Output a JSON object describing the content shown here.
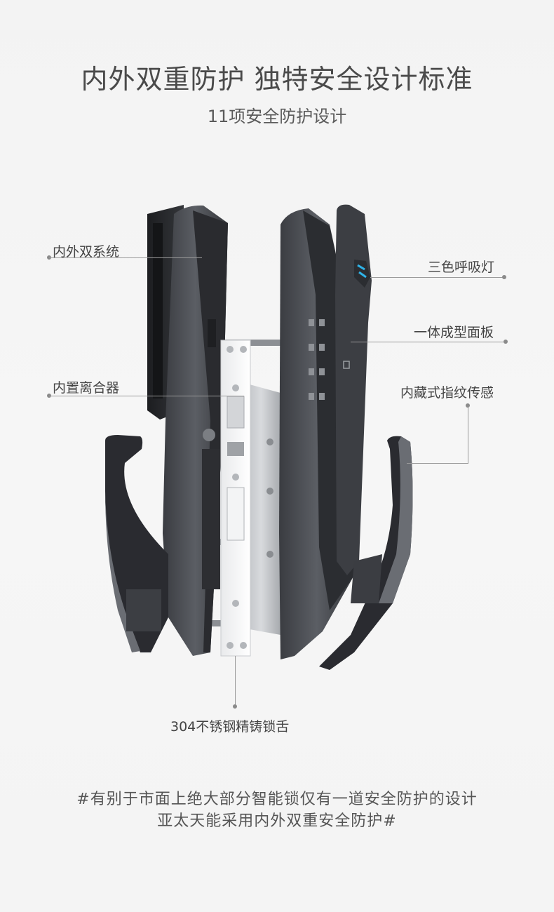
{
  "header": {
    "title": "内外双重防护   独特安全设计标准",
    "subtitle": "11项安全防护设计"
  },
  "callouts": [
    {
      "id": "dual-system",
      "label": "内外双系统"
    },
    {
      "id": "clutch",
      "label": "内置离合器"
    },
    {
      "id": "tricolor-light",
      "label": "三色呼吸灯"
    },
    {
      "id": "panel",
      "label": "一体成型面板"
    },
    {
      "id": "fingerprint",
      "label": "内藏式指纹传感"
    },
    {
      "id": "latch",
      "label": "304不锈钢精铸锁舌"
    }
  ],
  "footer": {
    "line1": "#有别于市面上绝大部分智能锁仅有一道安全防护的设计",
    "line2": "亚太天能采用内外双重安全防护#"
  },
  "colors": {
    "background": "#f4f4f4",
    "body_gray": "#4b4d52",
    "dark": "#25262a",
    "steel": "#cfd1d4",
    "accent_light": "#2fb3e8"
  }
}
